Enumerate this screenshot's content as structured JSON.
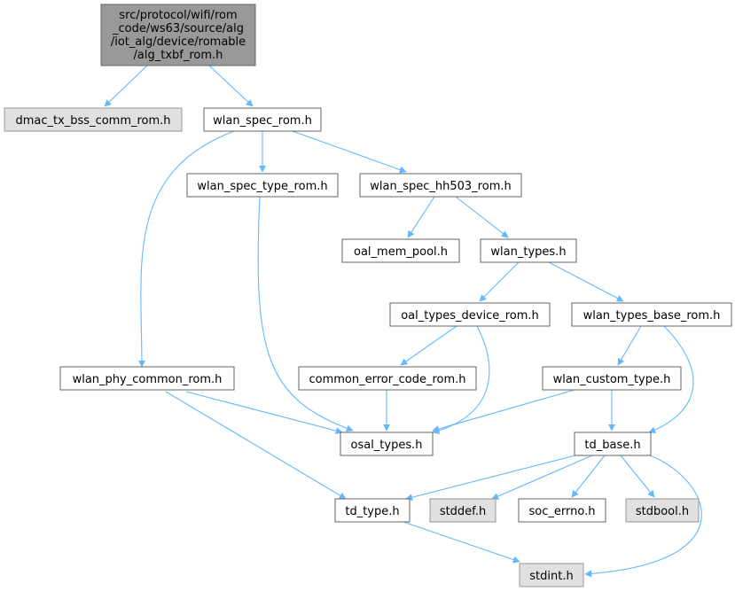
{
  "graph": {
    "type": "include-dependency-graph",
    "root": {
      "lines": [
        "src/protocol/wifi/rom",
        "_code/ws63/source/alg",
        "/iot_alg/device/romable",
        "/alg_txbf_rom.h"
      ]
    },
    "nodes": {
      "dmac_tx_bss_comm_rom": "dmac_tx_bss_comm_rom.h",
      "wlan_spec_rom": "wlan_spec_rom.h",
      "wlan_spec_type_rom": "wlan_spec_type_rom.h",
      "wlan_spec_hh503_rom": "wlan_spec_hh503_rom.h",
      "oal_mem_pool": "oal_mem_pool.h",
      "wlan_types": "wlan_types.h",
      "oal_types_device_rom": "oal_types_device_rom.h",
      "wlan_types_base_rom": "wlan_types_base_rom.h",
      "wlan_phy_common_rom": "wlan_phy_common_rom.h",
      "common_error_code_rom": "common_error_code_rom.h",
      "wlan_custom_type": "wlan_custom_type.h",
      "osal_types": "osal_types.h",
      "td_base": "td_base.h",
      "td_type": "td_type.h",
      "stddef": "stddef.h",
      "soc_errno": "soc_errno.h",
      "stdbool": "stdbool.h",
      "stdint": "stdint.h"
    },
    "external_nodes": [
      "dmac_tx_bss_comm_rom",
      "stddef",
      "stdbool",
      "stdint"
    ],
    "edges": [
      [
        "root",
        "dmac_tx_bss_comm_rom"
      ],
      [
        "root",
        "wlan_spec_rom"
      ],
      [
        "wlan_spec_rom",
        "wlan_phy_common_rom"
      ],
      [
        "wlan_spec_rom",
        "wlan_spec_type_rom"
      ],
      [
        "wlan_spec_rom",
        "wlan_spec_hh503_rom"
      ],
      [
        "wlan_spec_type_rom",
        "osal_types"
      ],
      [
        "wlan_spec_hh503_rom",
        "oal_mem_pool"
      ],
      [
        "wlan_spec_hh503_rom",
        "wlan_types"
      ],
      [
        "wlan_types",
        "oal_types_device_rom"
      ],
      [
        "wlan_types",
        "wlan_types_base_rom"
      ],
      [
        "oal_types_device_rom",
        "common_error_code_rom"
      ],
      [
        "oal_types_device_rom",
        "osal_types"
      ],
      [
        "wlan_types_base_rom",
        "wlan_custom_type"
      ],
      [
        "wlan_types_base_rom",
        "td_base"
      ],
      [
        "wlan_phy_common_rom",
        "osal_types"
      ],
      [
        "wlan_phy_common_rom",
        "td_type"
      ],
      [
        "common_error_code_rom",
        "osal_types"
      ],
      [
        "wlan_custom_type",
        "osal_types"
      ],
      [
        "wlan_custom_type",
        "td_base"
      ],
      [
        "td_base",
        "td_type"
      ],
      [
        "td_base",
        "stddef"
      ],
      [
        "td_base",
        "soc_errno"
      ],
      [
        "td_base",
        "stdbool"
      ],
      [
        "td_base",
        "stdint"
      ],
      [
        "td_type",
        "stdint"
      ]
    ]
  }
}
